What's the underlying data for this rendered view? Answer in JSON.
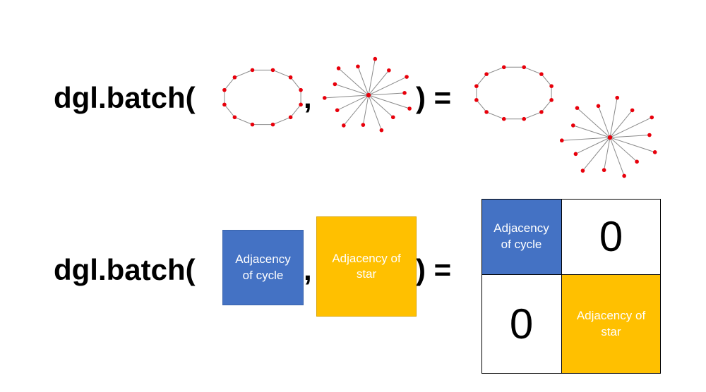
{
  "row1": {
    "function_label": "dgl.batch(",
    "comma": ",",
    "close_equals": ") ="
  },
  "row2": {
    "function_label": "dgl.batch(",
    "comma": ",",
    "close_equals": ") =",
    "cycle_block_label": "Adjacency of cycle",
    "star_block_label": "Adjacency of star"
  },
  "matrix": {
    "top_left": "Adjacency of cycle",
    "top_right": "0",
    "bottom_left": "0",
    "bottom_right": "Adjacency of star"
  },
  "colors": {
    "node": "#e8000b",
    "edge": "#8a8a8a",
    "cycle_block": "#4472c4",
    "star_block": "#ffc000"
  },
  "graphs": {
    "cycle_node_count": 12,
    "star_leaf_count": 14
  }
}
